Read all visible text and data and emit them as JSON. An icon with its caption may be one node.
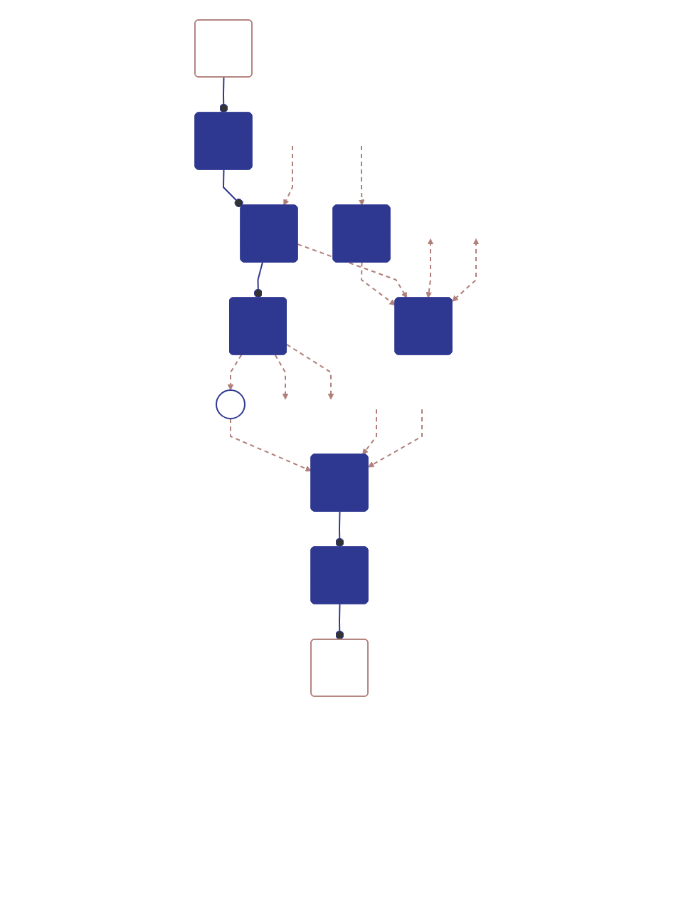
{
  "diagram": {
    "nodes": [
      {
        "text": [],
        "shape": "box"
      },
      {
        "text": [],
        "shape": "box"
      },
      {
        "text": [],
        "shape": "box"
      },
      {
        "text": [],
        "shape": "box"
      },
      {
        "text": [],
        "shape": "circle"
      },
      {
        "text": [],
        "shape": "box"
      },
      {
        "text": [],
        "shape": "box"
      },
      {
        "text": [],
        "shape": "box"
      },
      {
        "text": [],
        "shape": "box"
      },
      {
        "text": [],
        "shape": "box"
      }
    ],
    "edges": [
      {
        "from": 0,
        "to": 1,
        "arrow": "other",
        "color": "#2e3891"
      },
      {
        "from": 1,
        "to": 2,
        "arrow": "other",
        "color": "#2e3891"
      },
      {
        "from": 2,
        "to": 3,
        "arrow": "other",
        "color": "#2e3891"
      },
      {
        "from": 3,
        "to": 4,
        "arrow": "to",
        "style": "dashed"
      },
      {
        "from": 3,
        "to": null,
        "arrow": "to",
        "style": "dashed"
      },
      {
        "from": 3,
        "to": null,
        "arrow": "to",
        "style": "dashed"
      },
      {
        "from": 4,
        "to": 6,
        "arrow": "to",
        "style": "dashed"
      },
      {
        "from": null,
        "to": 6,
        "arrow": "to",
        "style": "dashed"
      },
      {
        "from": null,
        "to": 6,
        "arrow": "to",
        "style": "dashed"
      },
      {
        "from": null,
        "to": 5,
        "arrow": "to",
        "style": "dashed"
      },
      {
        "from": 5,
        "to": 7,
        "arrow": "to",
        "style": "dashed"
      },
      {
        "from": 2,
        "to": 7,
        "arrow": "to",
        "style": "dashed"
      },
      {
        "from": 6,
        "to": 8,
        "arrow": "other",
        "color": "#2e3891"
      },
      {
        "from": 8,
        "to": 9,
        "arrow": "other",
        "color": "#2e3891"
      },
      {
        "from": null,
        "to": 7,
        "arrow": "both",
        "style": "dashed"
      },
      {
        "from": null,
        "to": 7,
        "arrow": "both",
        "style": "dashed"
      },
      {
        "from": null,
        "to": 2,
        "arrow": "to",
        "style": "dashed"
      }
    ]
  }
}
